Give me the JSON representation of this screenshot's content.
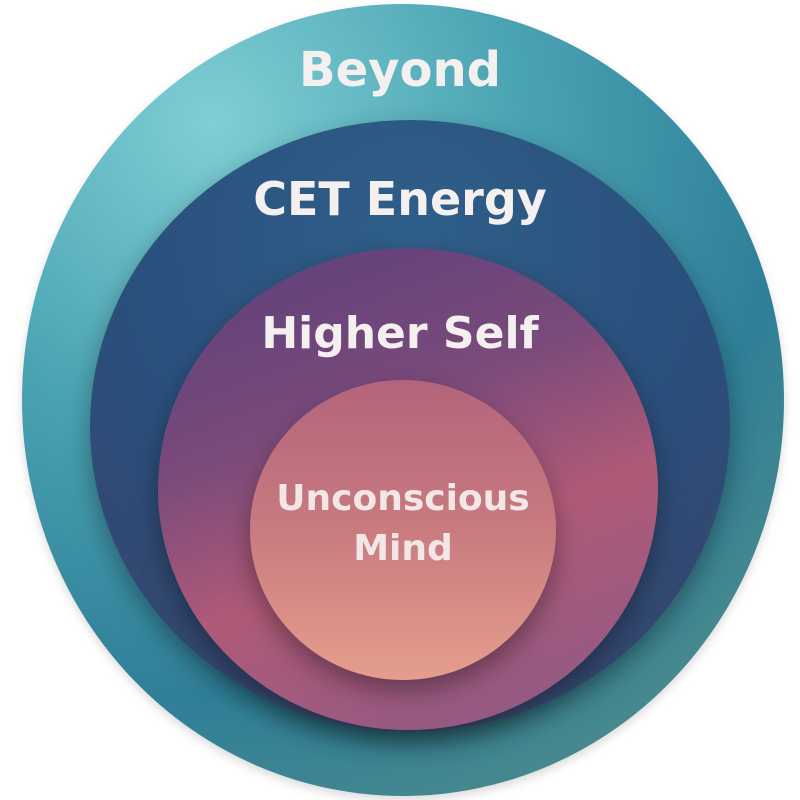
{
  "layers": [
    {
      "label": "Beyond"
    },
    {
      "label": "CET Energy"
    },
    {
      "label": "Higher Self"
    },
    {
      "label": "Unconscious",
      "label2": "Mind"
    }
  ]
}
